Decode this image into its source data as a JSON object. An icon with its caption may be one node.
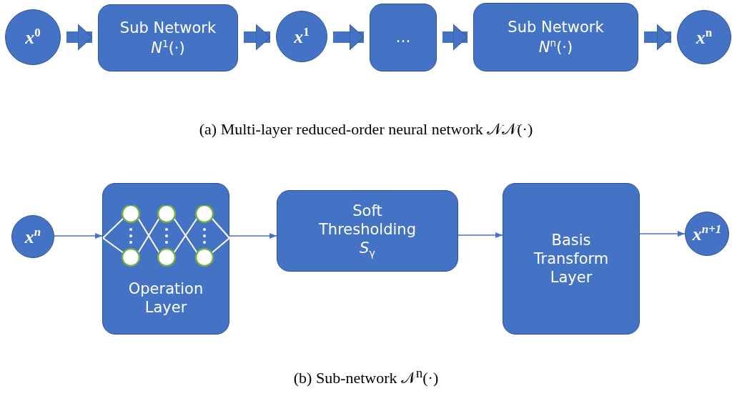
{
  "diagram": {
    "nodes": [
      {
        "text": [
          "*x*$^{0}$"
        ]
      },
      {
        "text": [
          "Sub Network",
          "*N*$^{1}$(·)"
        ]
      },
      {
        "text": [
          "*x*$^{1}$"
        ]
      },
      {
        "text": [
          "…"
        ]
      },
      {
        "text": [
          "Sub Network",
          "*N*$^{n}$(·)"
        ]
      },
      {
        "text": [
          "*x*$^{n}$"
        ]
      },
      {
        "text": [
          "*x$^{n}$*"
        ]
      },
      {
        "text": [
          "Operation Layer"
        ]
      },
      {
        "text": [
          "Soft Thresholding",
          "*S*$_{γ}$"
        ]
      },
      {
        "text": [
          "Basis Transform Layer"
        ]
      },
      {
        "text": [
          "*x$^{n+1}$*"
        ]
      }
    ],
    "edges": [
      {
        "from": 0,
        "to": 1,
        "arrow": "to"
      },
      {
        "from": 1,
        "to": 2,
        "arrow": "to"
      },
      {
        "from": 2,
        "to": 3,
        "arrow": "to"
      },
      {
        "from": 3,
        "to": 4,
        "arrow": "to"
      },
      {
        "from": 4,
        "to": 5,
        "arrow": "to"
      },
      {
        "from": 6,
        "to": 7,
        "arrow": "to"
      },
      {
        "from": 7,
        "to": 8,
        "arrow": "to"
      },
      {
        "from": 8,
        "to": 9,
        "arrow": "to"
      },
      {
        "from": 9,
        "to": 10,
        "arrow": "to"
      }
    ],
    "labels": [
      "(a) Multi-layer reduced-order neural network 𝒩𝒩(·)",
      "(b) Sub-network 𝒩$^{n}$(·)"
    ]
  }
}
